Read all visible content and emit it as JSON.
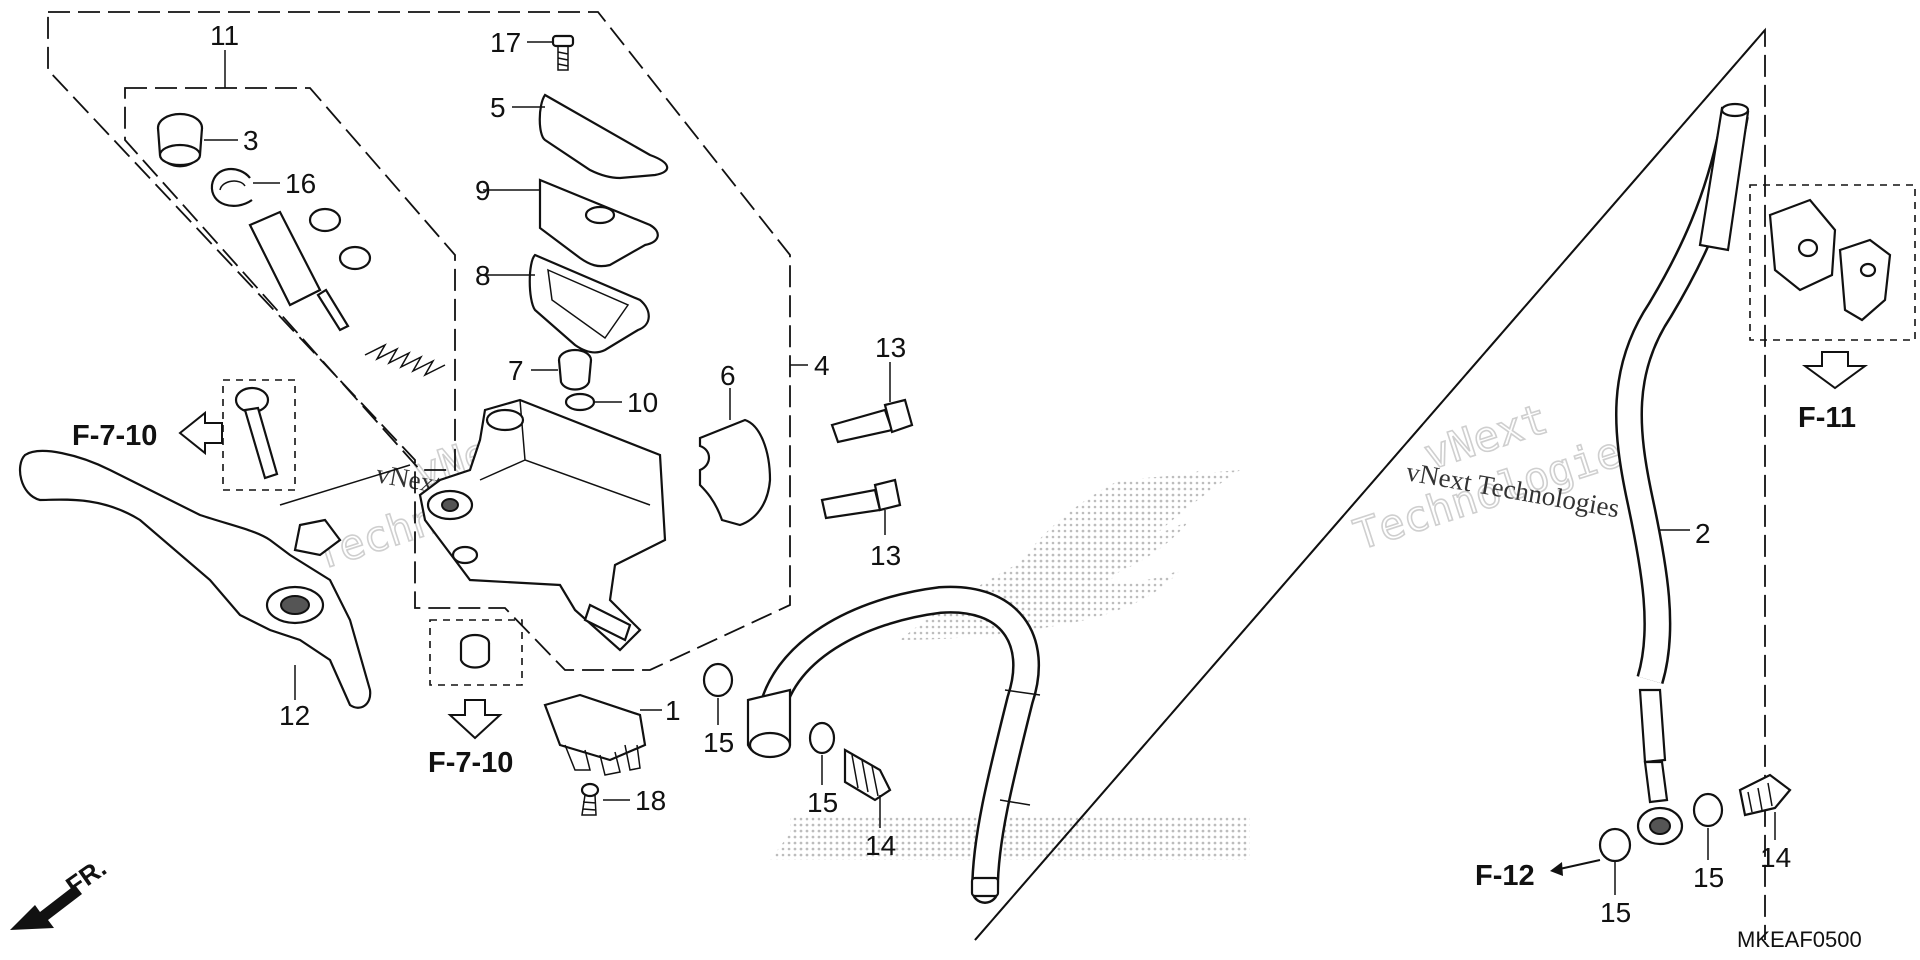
{
  "parts": {
    "p1": "1",
    "p2": "2",
    "p3": "3",
    "p4": "4",
    "p5": "5",
    "p6": "6",
    "p7": "7",
    "p8": "8",
    "p9": "9",
    "p10": "10",
    "p11": "11",
    "p12": "12",
    "p13a": "13",
    "p13b": "13",
    "p14a": "14",
    "p14b": "14",
    "p15a": "15",
    "p15b": "15",
    "p15c": "15",
    "p15d": "15",
    "p16": "16",
    "p17": "17",
    "p18": "18"
  },
  "refs": {
    "f710_left": "F-7-10",
    "f710_bottom": "F-7-10",
    "f11": "F-11",
    "f12": "F-12"
  },
  "watermarks": {
    "line1": "vNext",
    "line2": "Technologies",
    "inline": "vNext Technologies"
  },
  "direction": {
    "label": "FR."
  },
  "diagram_code": "MKEAF0500",
  "colors": {
    "ink": "#111111",
    "halftone": "#bdbdbd"
  }
}
